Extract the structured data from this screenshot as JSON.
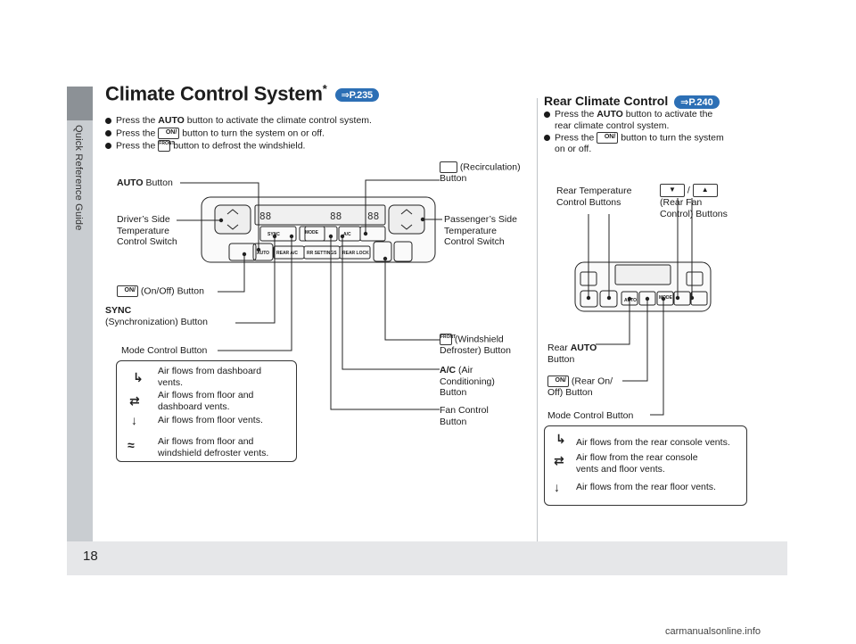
{
  "sidebar": {
    "label": "Quick Reference Guide"
  },
  "page_number": "18",
  "watermark": "carmanualsonline.info",
  "front": {
    "title": "Climate Control System",
    "title_star": "*",
    "page_ref": "P.235",
    "bullets": [
      {
        "pre": "Press the ",
        "bold": "AUTO",
        "post": " button to activate the climate control system."
      },
      {
        "pre": "Press the ",
        "icon": "on-off",
        "post": " button to turn the system on or off."
      },
      {
        "pre": "Press the ",
        "icon": "front-defrost",
        "post": " button to defrost the windshield."
      }
    ],
    "labels": {
      "auto_bold": "AUTO",
      "auto_rest": " Button",
      "driver": [
        "Driver’s Side",
        "Temperature",
        "Control Switch"
      ],
      "onoff": "(On/Off) Button",
      "sync_bold": "SYNC",
      "sync_rest": "(Synchronization) Button",
      "mode": "Mode Control Button",
      "recirc": [
        "(Recirculation)",
        "Button"
      ],
      "passenger": [
        "Passenger’s Side",
        "Temperature",
        "Control Switch"
      ],
      "windshield": [
        "(Windshield",
        "Defroster) Button"
      ],
      "ac_bold": "A/C",
      "ac_rest": [
        " (Air",
        "Conditioning)",
        "Button"
      ],
      "fan": [
        "Fan Control",
        "Button"
      ]
    },
    "panel": {
      "sync": "SYNC",
      "mode": "MODE",
      "ac": "A/C",
      "auto": "AUTO",
      "rear_ac": "REAR A/C",
      "rr_settings": "RR SETTINGS",
      "rear_lock": "REAR LOCK",
      "display_left": "88",
      "display_mid": "88",
      "display_right": "88"
    },
    "legend": [
      [
        "Air flows from dashboard",
        "vents."
      ],
      [
        "Air flows from floor and",
        "dashboard vents."
      ],
      [
        "Air flows from floor vents."
      ],
      [
        "Air flows from floor and",
        "windshield defroster vents."
      ]
    ]
  },
  "rear": {
    "title": "Rear Climate Control",
    "page_ref": "P.240",
    "bullets": [
      {
        "pre": "Press the ",
        "bold": "AUTO",
        "post": " button to activate the",
        "line2": "rear climate control system."
      },
      {
        "pre": "Press the ",
        "icon": "on-off",
        "post": " button to turn the system",
        "line2": "on or off."
      }
    ],
    "labels": {
      "temp": [
        "Rear Temperature",
        "Control Buttons"
      ],
      "fan_slash": "/",
      "fan": [
        "(Rear Fan",
        "Control) Buttons"
      ],
      "rear_auto_pre": "Rear ",
      "rear_auto_bold": "AUTO",
      "rear_auto_rest": "Button",
      "rear_onoff": [
        "(Rear On/",
        "Off) Button"
      ],
      "mode": "Mode Control Button"
    },
    "panel": {
      "auto": "AUTO",
      "mode": "MODE"
    },
    "legend": [
      [
        "Air flows from the rear console vents."
      ],
      [
        "Air flow from the rear console",
        "vents and floor vents."
      ],
      [
        "Air flows from the rear floor vents."
      ]
    ]
  },
  "icons": {
    "on_off_text": "ON/\nOFF",
    "front_text": "FRONT"
  }
}
